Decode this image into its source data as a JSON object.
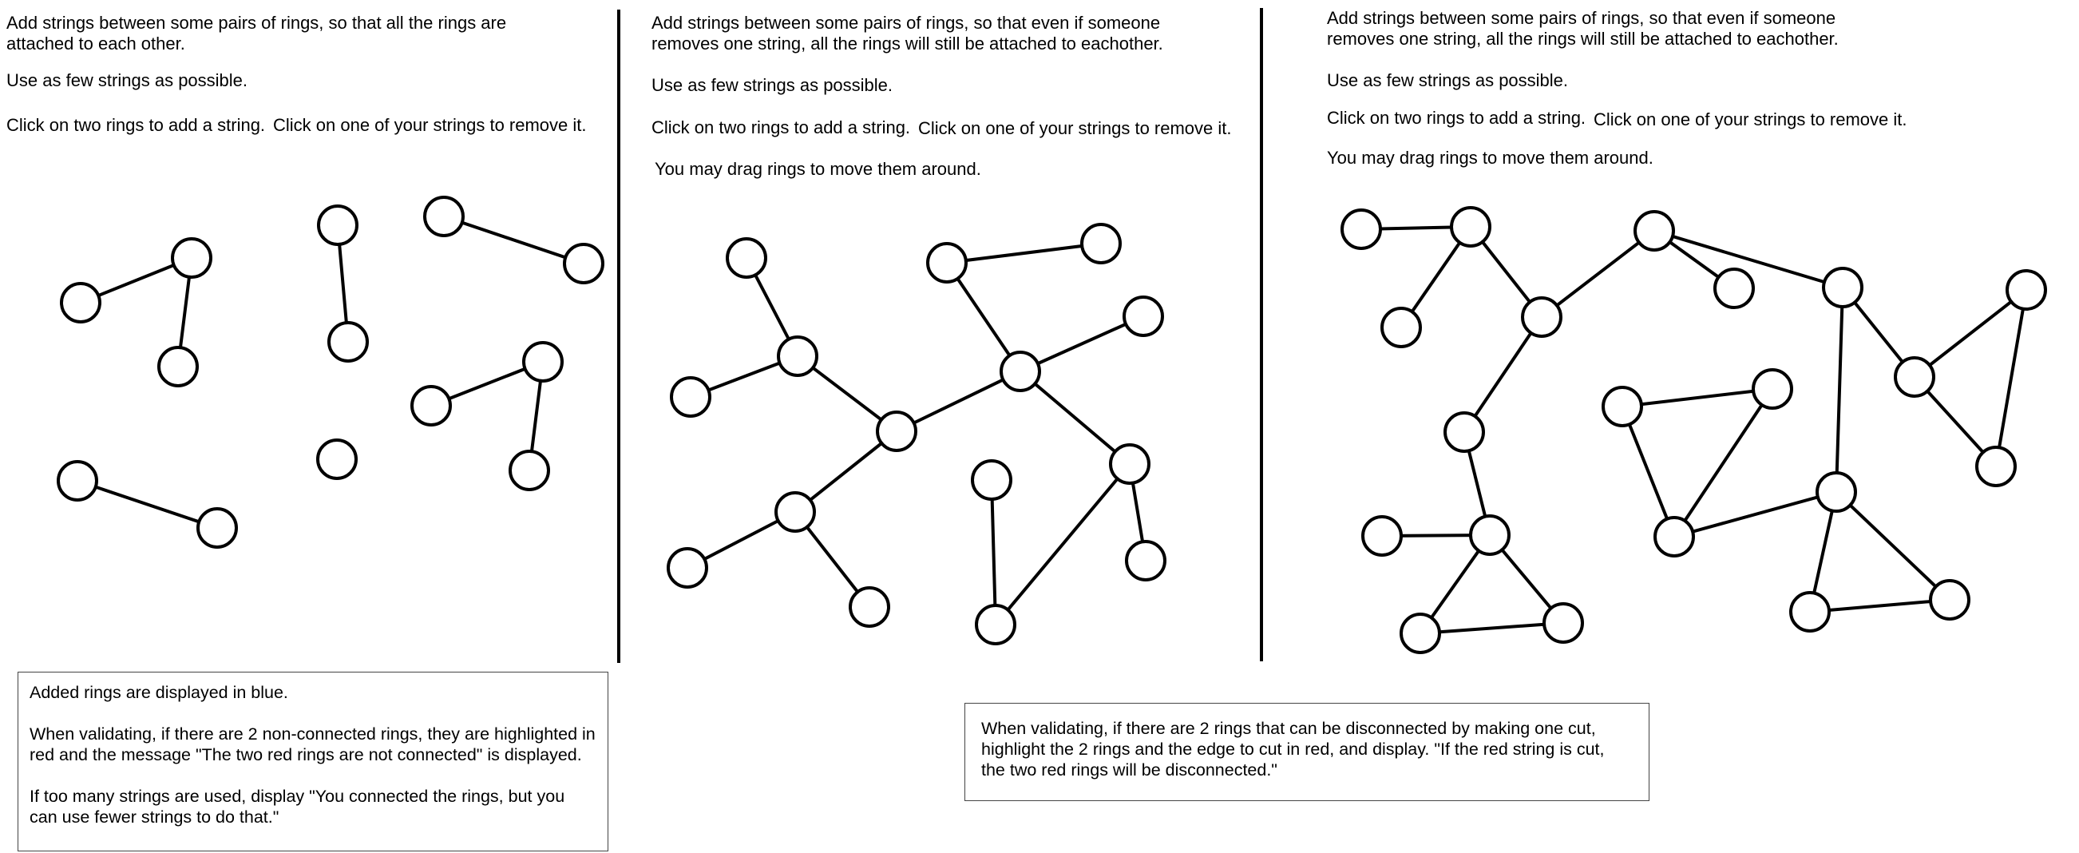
{
  "panel1": {
    "instruction": "Add strings between some pairs of rings, so that all the rings are attached to each other.",
    "few_strings": "Use as few strings as possible.",
    "click_add": "Click on two rings to add a string.",
    "click_remove": "Click on one of your strings to remove it."
  },
  "panel2": {
    "instruction_line1": "Add strings between some pairs of rings, so that even if someone",
    "instruction_line2": "removes one string, all the rings will still be attached to eachother.",
    "few_strings": "Use as few strings as possible.",
    "click_add": "Click on two rings to add a string.",
    "click_remove": "Click on one of your strings to remove it.",
    "drag": "You may drag rings to move them around."
  },
  "panel3": {
    "instruction_line1": "Add strings between some pairs of rings, so that even if someone",
    "instruction_line2": "removes one string, all the rings will still be attached to eachother.",
    "few_strings": "Use as few strings as possible.",
    "click_add": "Click on two rings to add a string.",
    "click_remove": "Click on one of your strings to remove it.",
    "drag": "You may drag rings to move them around."
  },
  "note_left": {
    "line1": "Added rings are displayed in blue.",
    "line2": "When validating, if there are 2 non-connected rings, they are highlighted in red and the message \"The two red rings are not connected\" is displayed.",
    "line3": "If too many strings are used, display \"You connected the rings, but you can use fewer strings to do that.\""
  },
  "note_right": {
    "text": "When validating, if there are 2 rings that can be disconnected by making one cut, highlight the 2 rings and the edge to cut in red, and display. \"If the red string is cut, the two red rings will be disconnected.\""
  }
}
